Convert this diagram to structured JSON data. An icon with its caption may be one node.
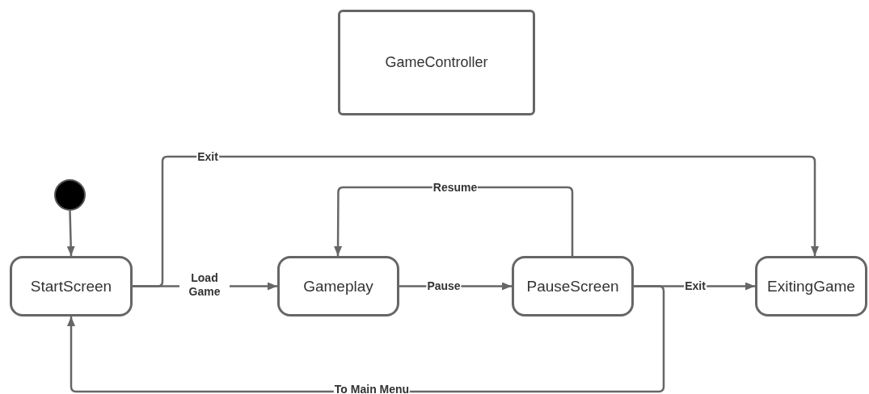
{
  "diagram": {
    "nodes": [
      {
        "text": [
          "GameController"
        ]
      },
      {
        "text": [],
        "shape": "circle"
      },
      {
        "text": [
          "StartScreen"
        ]
      },
      {
        "text": [
          "Gameplay"
        ]
      },
      {
        "text": [
          "PauseScreen"
        ]
      },
      {
        "text": [
          "ExitingGame"
        ]
      }
    ],
    "edges": [
      {
        "from": 1,
        "to": 2,
        "arrow": "to"
      },
      {
        "from": 2,
        "to": 3,
        "arrow": "to",
        "label": "Load Game"
      },
      {
        "from": 2,
        "to": 5,
        "arrow": "to",
        "label": "Exit"
      },
      {
        "from": 3,
        "to": 4,
        "arrow": "to",
        "label": "Pause"
      },
      {
        "from": 4,
        "to": 3,
        "arrow": "to",
        "label": "Resume"
      },
      {
        "from": 4,
        "to": 5,
        "arrow": "to",
        "label": "Exit"
      },
      {
        "from": 4,
        "to": 2,
        "arrow": "to",
        "label": "To Main Menu"
      }
    ]
  }
}
